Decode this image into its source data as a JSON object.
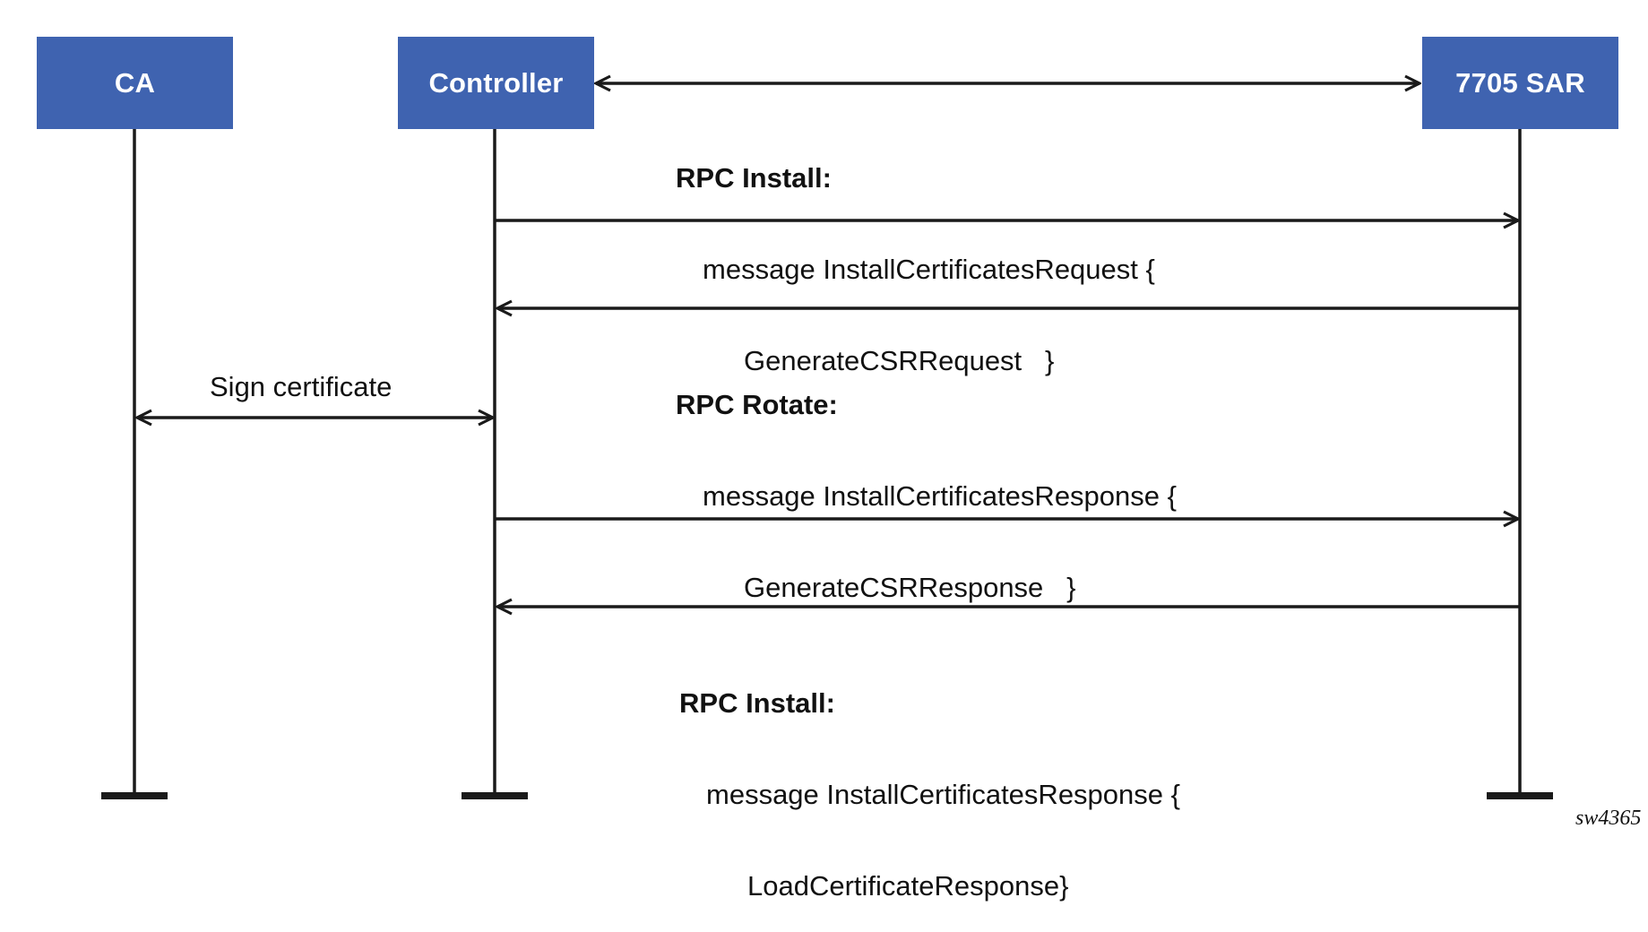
{
  "participants": [
    {
      "id": "ca",
      "label": "CA"
    },
    {
      "id": "controller",
      "label": "Controller"
    },
    {
      "id": "sar",
      "label": "7705 SAR"
    }
  ],
  "notes": [
    {
      "heading": "RPC Install:",
      "lines": [
        "message InstallCertificatesRequest {",
        "GenerateCSRRequest   }"
      ]
    },
    {
      "heading": "RPC Rotate:",
      "lines": [
        "message InstallCertificatesResponse {",
        "GenerateCSRResponse   }"
      ]
    },
    {
      "heading": "RPC Install:",
      "lines": [
        "message InstallCertificatesResponse {",
        "LoadCertificateResponse}"
      ]
    }
  ],
  "sign_label": "Sign certificate",
  "figure_id": "sw4365",
  "colors": {
    "box_fill": "#3f63b0",
    "line": "#1a1a1a",
    "text": "#111111"
  }
}
